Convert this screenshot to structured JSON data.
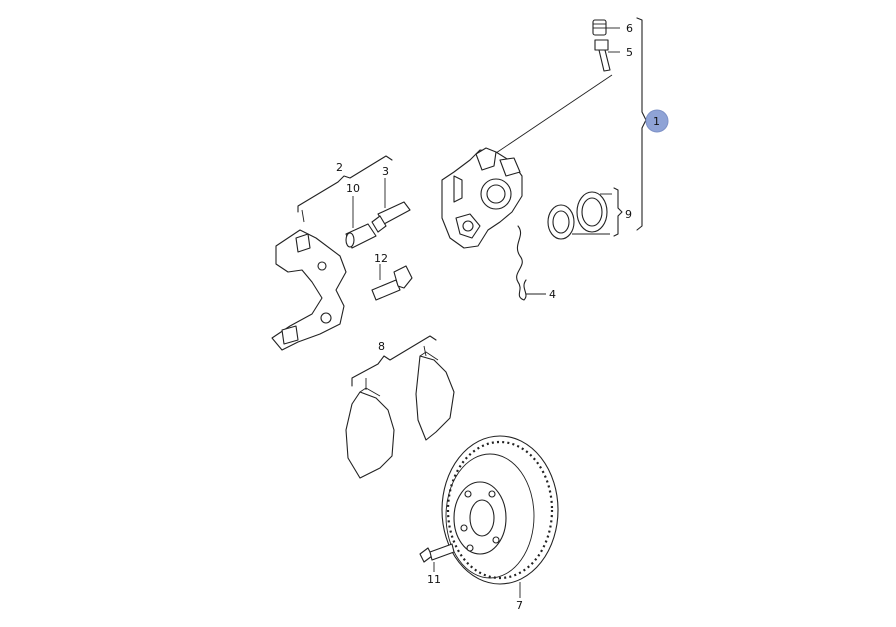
{
  "callouts": {
    "c1": "1",
    "c2": "2",
    "c3": "3",
    "c4": "4",
    "c5": "5",
    "c6": "6",
    "c7": "7",
    "c8": "8",
    "c9": "9",
    "c10": "10",
    "c11": "11",
    "c12": "12"
  },
  "colors": {
    "badge_fill": "#8fa3d6",
    "line": "#222222"
  }
}
